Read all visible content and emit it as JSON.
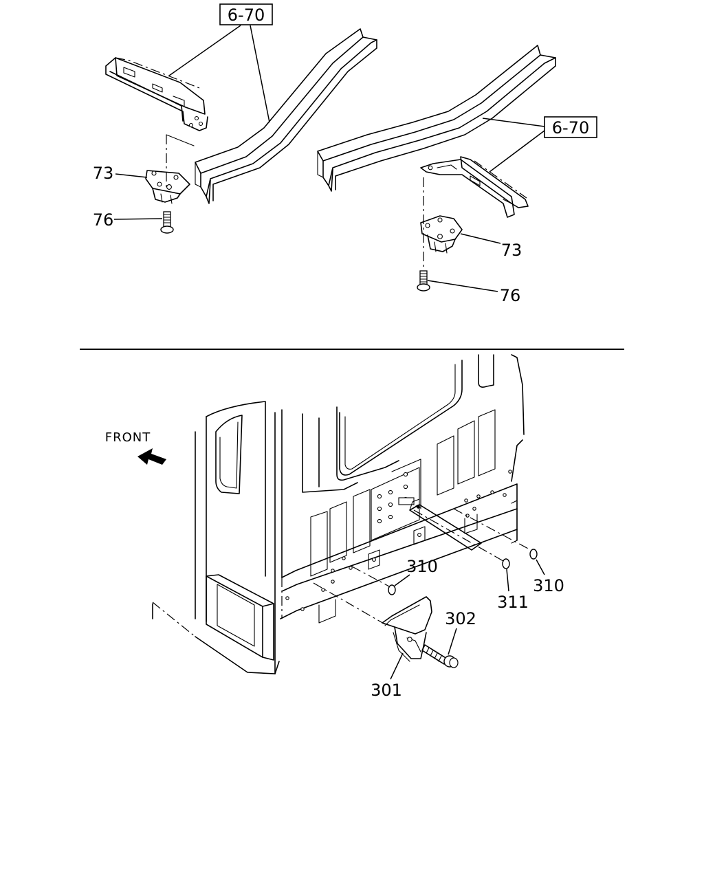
{
  "top_section": {
    "ref_label_left": "6-70",
    "ref_label_right": "6-70",
    "callouts_left": {
      "bracket": "73",
      "bolt": "76"
    },
    "callouts_right": {
      "bracket": "73",
      "bolt": "76"
    }
  },
  "bottom_section": {
    "direction_label": "FRONT",
    "callouts": {
      "seal_left": "310",
      "seal_right": "310",
      "seal_center": "311",
      "bolt": "302",
      "bracket": "301"
    }
  }
}
